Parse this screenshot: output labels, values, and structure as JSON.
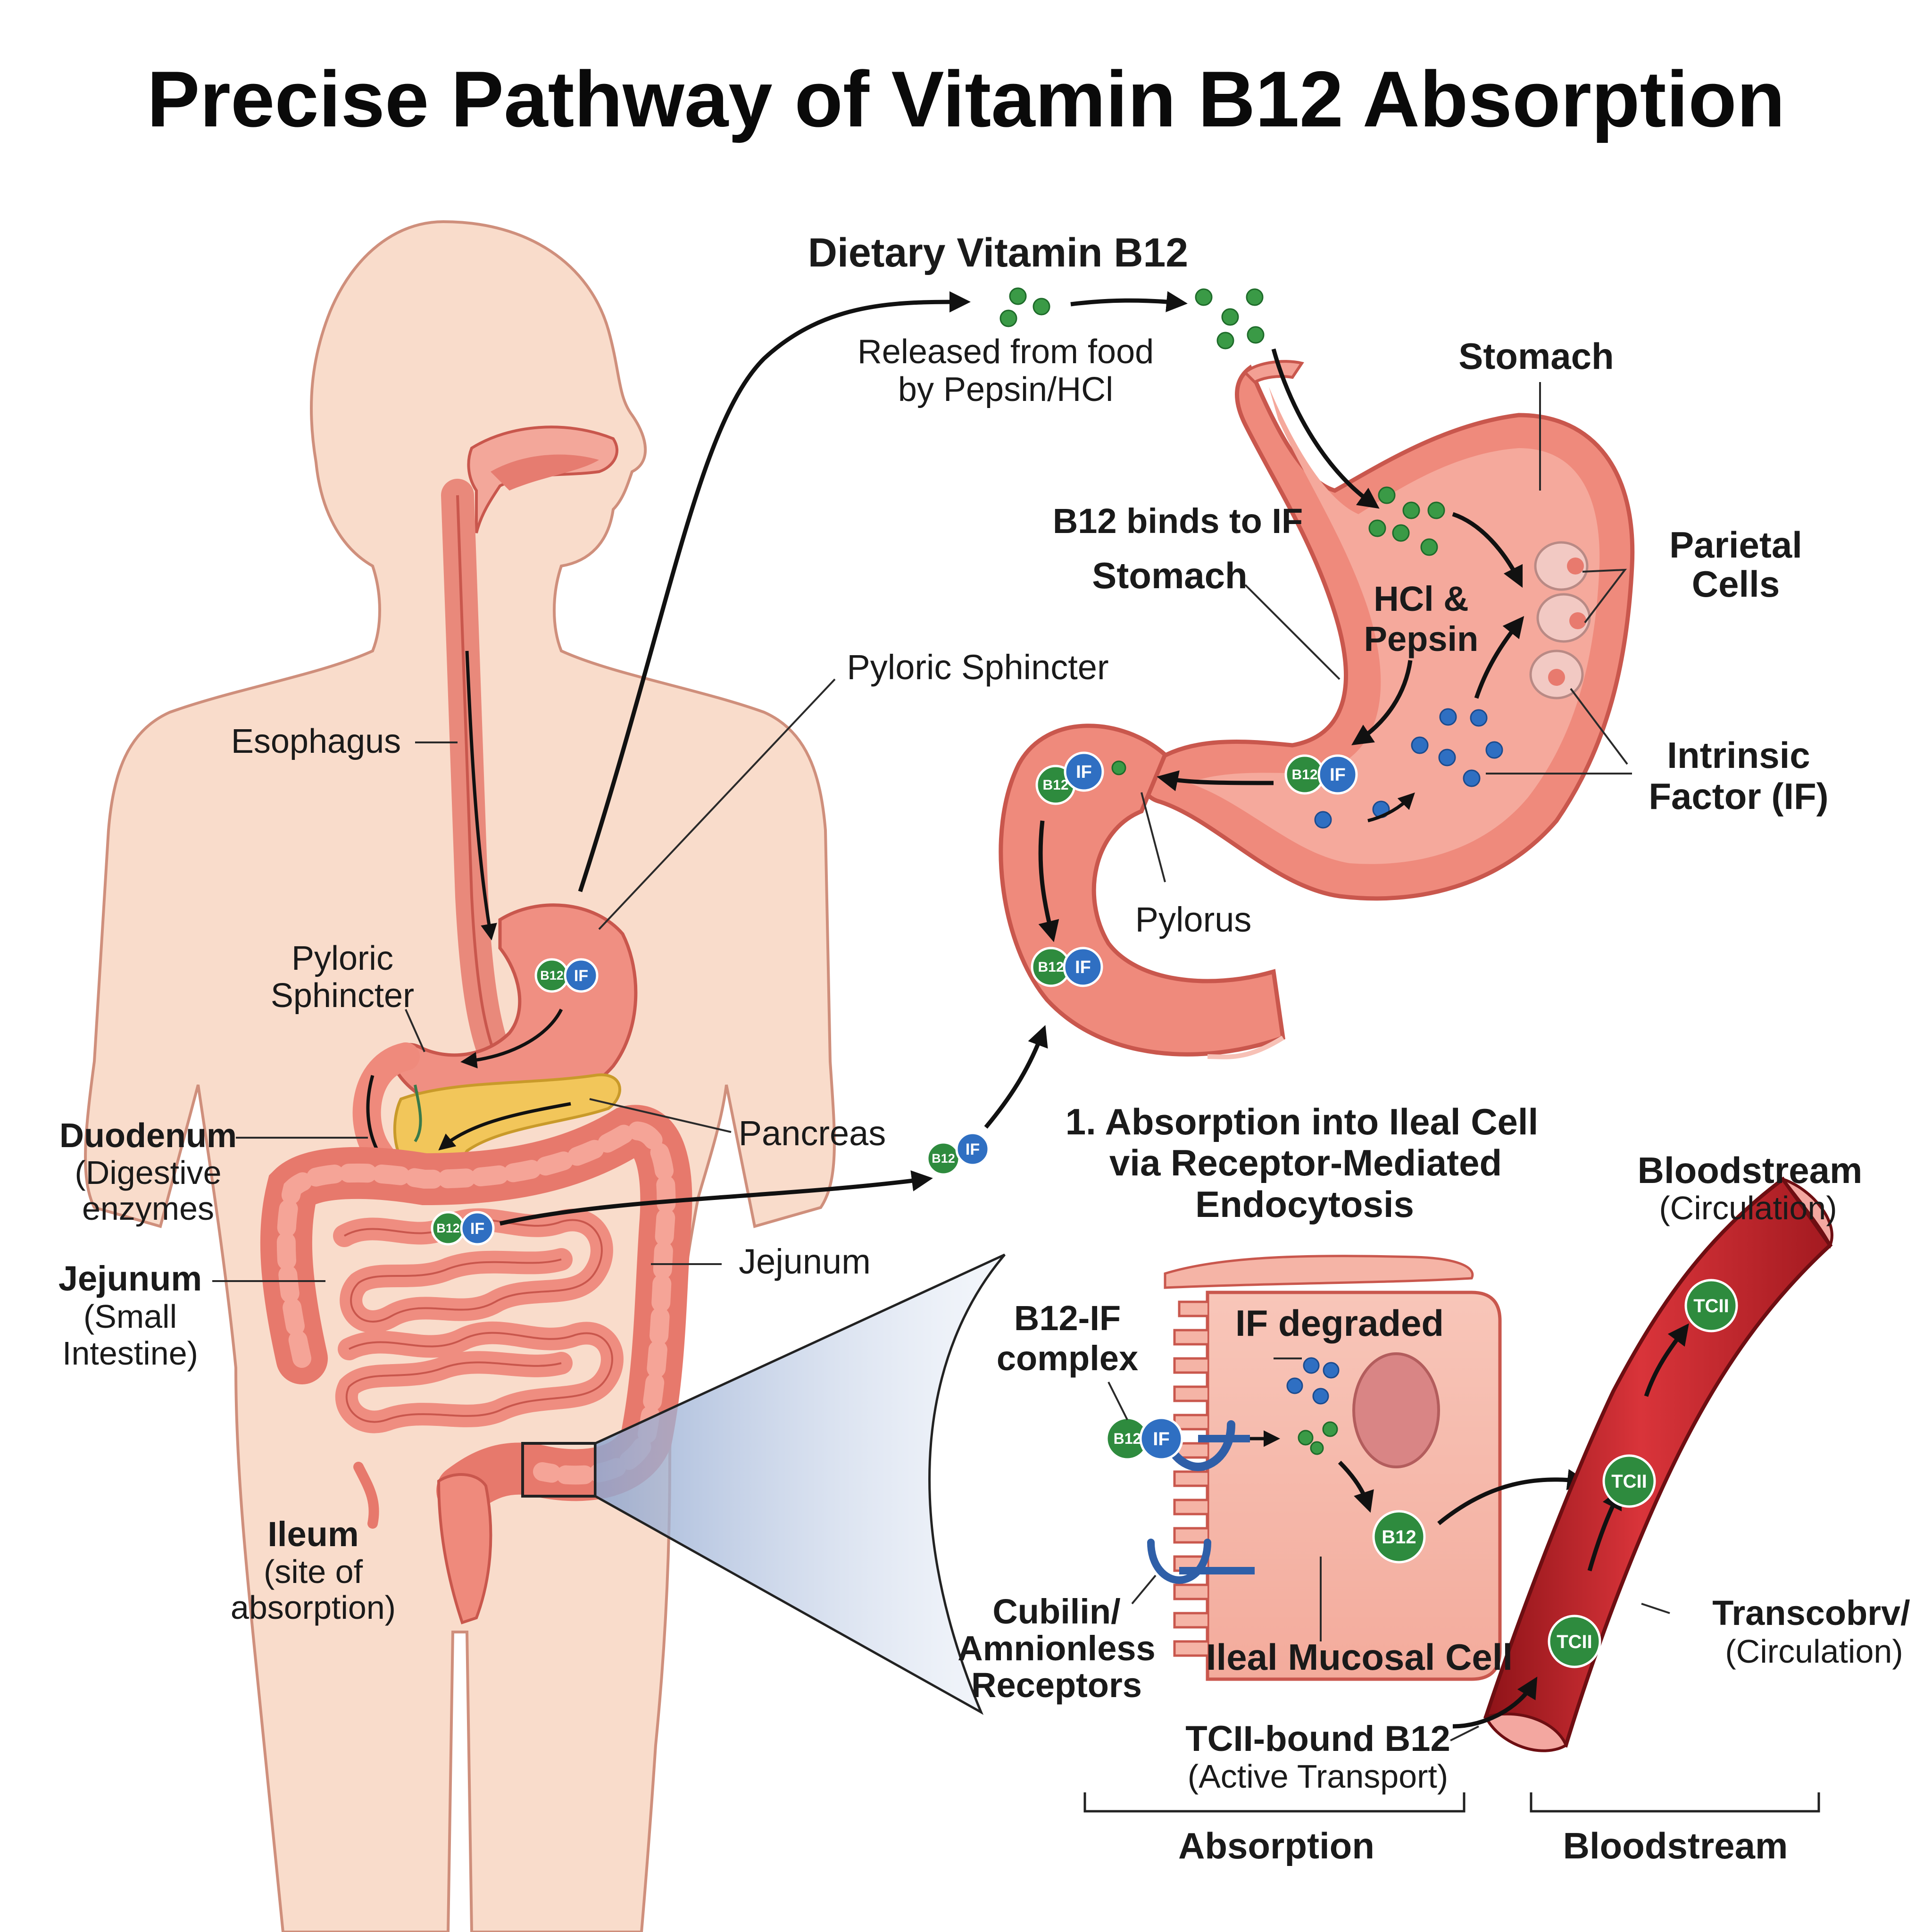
{
  "title": "Precise Pathway of Vitamin B12 Absorption",
  "labels": {
    "dietary": "Dietary Vitamin B12",
    "released_l1": "Released from food",
    "released_l2": "by Pepsin/HCl",
    "stomach_top": "Stomach",
    "b12_binds_if": "B12 binds to IF",
    "stomach_mid": "Stomach",
    "hcl_l1": "HCl &",
    "hcl_l2": "Pepsin",
    "parietal_l1": "Parietal",
    "parietal_l2": "Cells",
    "intrinsic_l1": "Intrinsic",
    "intrinsic_l2": "Factor (IF)",
    "pyloric_sphincter_top": "Pyloric Sphincter",
    "pylorus": "Pylorus",
    "esophagus": "Esophagus",
    "pyloric_l1": "Pyloric",
    "pyloric_l2": "Sphincter",
    "duodenum_l1": "Duodenum",
    "duodenum_l2": "(Digestive",
    "duodenum_l3": "enzymes",
    "pancreas": "Pancreas",
    "jejunum_left_l1": "Jejunum",
    "jejunum_left_l2": "(Small",
    "jejunum_left_l3": "Intestine)",
    "jejunum_right": "Jejunum",
    "ileum_l1": "Ileum",
    "ileum_l2": "(site of",
    "ileum_l3": "absorption)",
    "absorption_title_l1": "1. Absorption into Ileal Cell",
    "absorption_title_l2": "via Receptor-Mediated",
    "absorption_title_l3": "Endocytosis",
    "bloodstream_l1": "Bloodstream",
    "bloodstream_l2": "(Circulation)",
    "complex_l1": "B12-IF",
    "complex_l2": "complex",
    "if_degraded": "IF degraded",
    "cubilin_l1": "Cubilin/",
    "cubilin_l2": "Amnionless",
    "cubilin_l3": "Receptors",
    "ileal_cell": "Ileal Mucosal Cell",
    "tcii_bound_l1": "TCII-bound B12",
    "tcii_bound_l2": "(Active Transport)",
    "transcob_l1": "Transcobrv/",
    "transcob_l2": "(Circulation)",
    "bracket_absorption": "Absorption",
    "bracket_bloodstream": "Bloodstream"
  },
  "chips": {
    "b12": "B12",
    "if": "IF",
    "tcii": "TCII"
  },
  "colors": {
    "skin": "#f9dccb",
    "skin_outline": "#cf8f7c",
    "organ": "#ef8a7c",
    "organ_dark": "#c9574d",
    "organ_light": "#f7b3a6",
    "pancreas": "#f2c65a",
    "b12_green": "#2e8b3e",
    "if_blue": "#2f6fc2",
    "vessel_red": "#c8242a",
    "vessel_dark": "#8e1318",
    "zoom_blue": "#c9d8ee"
  }
}
